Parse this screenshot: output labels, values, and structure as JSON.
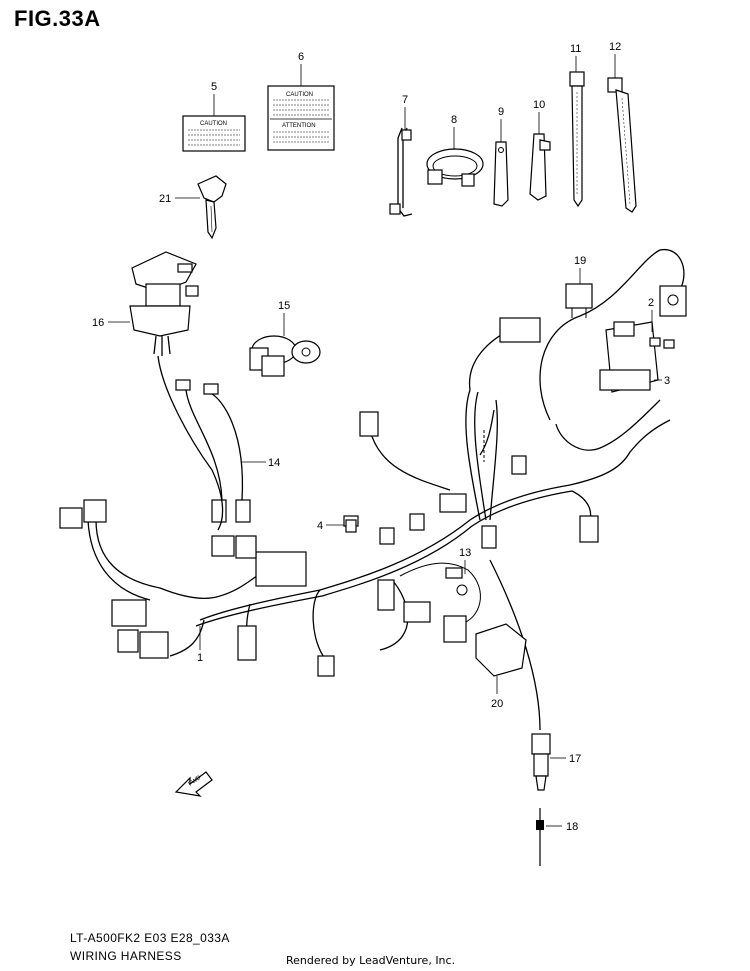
{
  "figure": {
    "title": "FIG.33A",
    "model_code": "LT-A500FK2 E03 E28_033A",
    "name": "WIRING HARNESS",
    "credit": "Rendered by LeadVenture, Inc."
  },
  "labels": {
    "caution": "CAUTION",
    "attention": "ATTENTION",
    "fwd": "FWD"
  },
  "callouts": [
    {
      "id": "1",
      "text": "1"
    },
    {
      "id": "2",
      "text": "2"
    },
    {
      "id": "3",
      "text": "3"
    },
    {
      "id": "4",
      "text": "4"
    },
    {
      "id": "5",
      "text": "5"
    },
    {
      "id": "6",
      "text": "6"
    },
    {
      "id": "7",
      "text": "7"
    },
    {
      "id": "8",
      "text": "8"
    },
    {
      "id": "9",
      "text": "9"
    },
    {
      "id": "10",
      "text": "10"
    },
    {
      "id": "11",
      "text": "11"
    },
    {
      "id": "12",
      "text": "12"
    },
    {
      "id": "13",
      "text": "13"
    },
    {
      "id": "14",
      "text": "14"
    },
    {
      "id": "15",
      "text": "15"
    },
    {
      "id": "16",
      "text": "16"
    },
    {
      "id": "17",
      "text": "17"
    },
    {
      "id": "18",
      "text": "18"
    },
    {
      "id": "19",
      "text": "19"
    },
    {
      "id": "20",
      "text": "20"
    },
    {
      "id": "21",
      "text": "21"
    }
  ]
}
